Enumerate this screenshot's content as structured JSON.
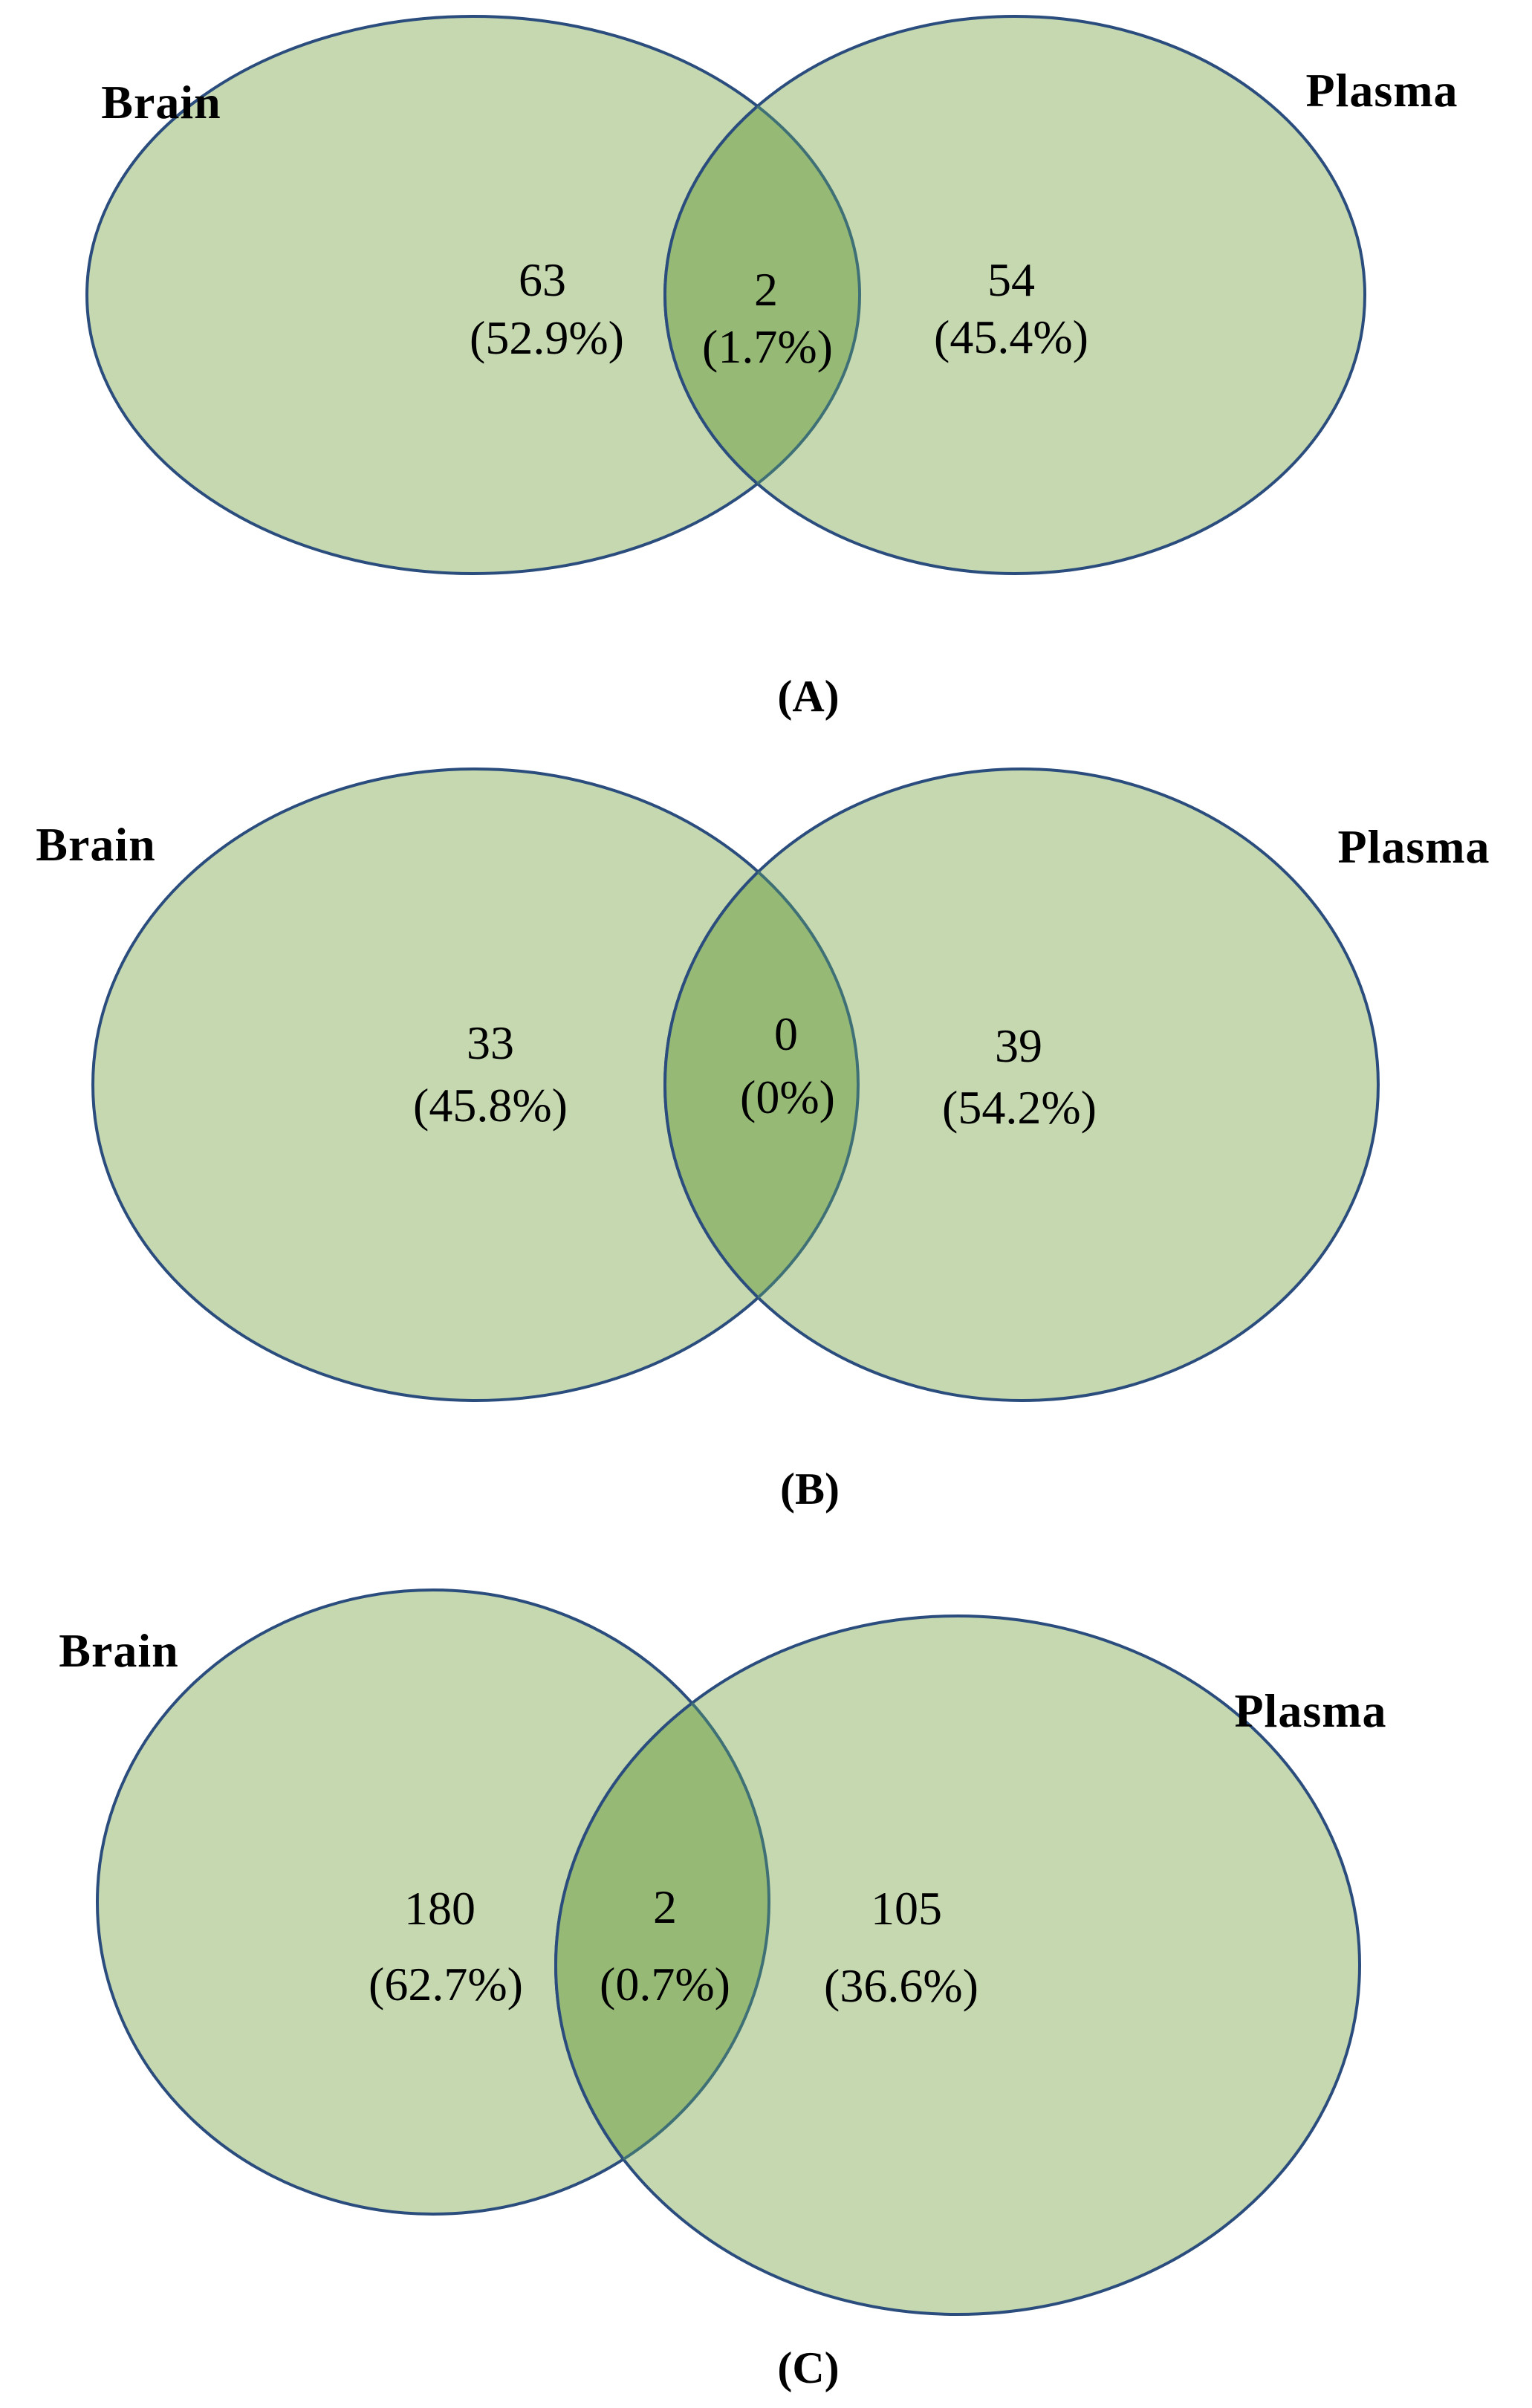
{
  "figure": {
    "description": "Three two-set Venn diagrams comparing Brain and Plasma",
    "left_set": "Brain",
    "right_set": "Plasma"
  },
  "colors": {
    "circle_fill": "#c5d8b0",
    "overlap_fill": "#96ba76",
    "circle_stroke": "#2b4d7e",
    "overlap_arc_stroke": "#3e7076",
    "text": "#000000",
    "background": "#ffffff"
  },
  "panels": [
    {
      "caption": "(A)",
      "left_label": "Brain",
      "right_label": "Plasma",
      "left_count": "63",
      "left_pct": "(52.9%)",
      "overlap_count": "2",
      "overlap_pct": "(1.7%)",
      "right_count": "54",
      "right_pct": "(45.4%)"
    },
    {
      "caption": "(B)",
      "left_label": "Brain",
      "right_label": "Plasma",
      "left_count": "33",
      "left_pct": "(45.8%)",
      "overlap_count": "0",
      "overlap_pct": "(0%)",
      "right_count": "39",
      "right_pct": "(54.2%)"
    },
    {
      "caption": "(C)",
      "left_label": "Brain",
      "right_label": "Plasma",
      "left_count": "180",
      "left_pct": "(62.7%)",
      "overlap_count": "2",
      "overlap_pct": "(0.7%)",
      "right_count": "105",
      "right_pct": "(36.6%)"
    }
  ],
  "chart_data": [
    {
      "type": "venn",
      "panel": "A",
      "sets": [
        "Brain",
        "Plasma"
      ],
      "regions": {
        "brain_only": {
          "count": 63,
          "pct": 52.9
        },
        "overlap": {
          "count": 2,
          "pct": 1.7
        },
        "plasma_only": {
          "count": 54,
          "pct": 45.4
        }
      }
    },
    {
      "type": "venn",
      "panel": "B",
      "sets": [
        "Brain",
        "Plasma"
      ],
      "regions": {
        "brain_only": {
          "count": 33,
          "pct": 45.8
        },
        "overlap": {
          "count": 0,
          "pct": 0
        },
        "plasma_only": {
          "count": 39,
          "pct": 54.2
        }
      }
    },
    {
      "type": "venn",
      "panel": "C",
      "sets": [
        "Brain",
        "Plasma"
      ],
      "regions": {
        "brain_only": {
          "count": 180,
          "pct": 62.7
        },
        "overlap": {
          "count": 2,
          "pct": 0.7
        },
        "plasma_only": {
          "count": 105,
          "pct": 36.6
        }
      }
    }
  ]
}
